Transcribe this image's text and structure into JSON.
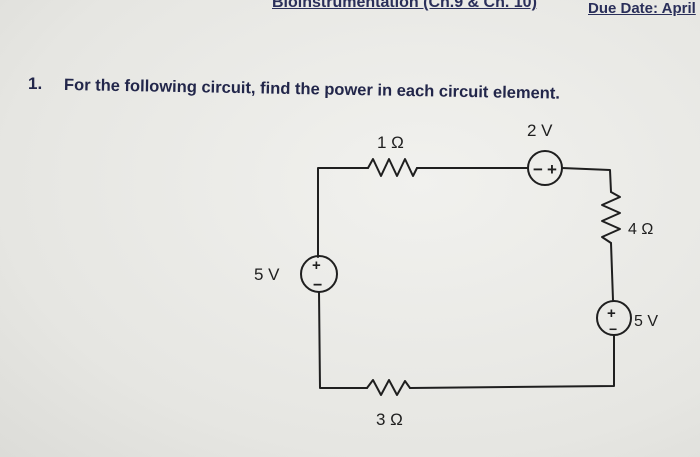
{
  "header": {
    "course": "Bioinstrumentation (Ch.9 & Ch. 10)",
    "due": "Due Date: April"
  },
  "question": {
    "number": "1.",
    "text": "For the following circuit, find the power in each circuit element."
  },
  "circuit": {
    "r_top": "1 Ω",
    "v_top": "2 V",
    "r_right": "4 Ω",
    "v_right": "5 V",
    "v_left": "5 V",
    "r_bottom": "3 Ω",
    "plus": "+",
    "minus": "−"
  },
  "colors": {
    "ink": "#1f1f1f",
    "header_ink": "#2a2f5a"
  }
}
